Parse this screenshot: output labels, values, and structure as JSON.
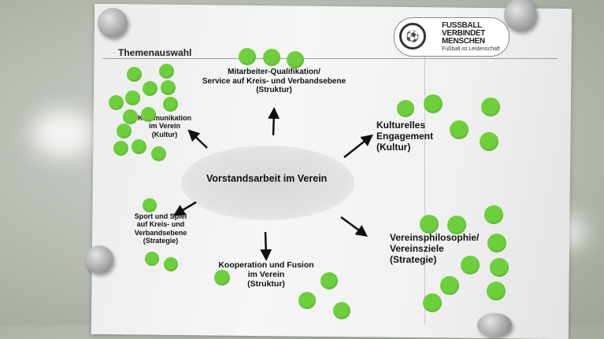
{
  "header": {
    "title": "Themenauswahl"
  },
  "logo": {
    "line1": "FUSSBALL",
    "line2": "VERBINDET",
    "line3": "MENSCHEN",
    "slogan": "Fußball ist Leidenschaft"
  },
  "center": {
    "label": "Vorstandsarbeit im Verein"
  },
  "topics": [
    {
      "id": "mitarbeiter",
      "label": "Mitarbeiter-Qualifikation/\nService auf Kreis- und Verbandsebene\n(Struktur)"
    },
    {
      "id": "kommunikation",
      "label": "Kommunikation\nim Verein\n(Kultur)"
    },
    {
      "id": "kulturelles",
      "label": "Kulturelles\nEngagement\n(Kultur)"
    },
    {
      "id": "sport",
      "label": "Sport und Spiel\nauf Kreis- und\nVerbandsebene\n(Strategie)"
    },
    {
      "id": "kooperation",
      "label": "Kooperation und Fusion\nim Verein\n(Struktur)"
    },
    {
      "id": "vereinsphilosophie",
      "label": "Vereinsphilosophie/\nVereinsziele\n(Strategie)"
    }
  ],
  "colors": {
    "sticker": "#6ecf3c",
    "pin": "#a9a9a9",
    "paper": "#f3f3f3",
    "text": "#111111"
  },
  "icons": {
    "logo": "football-federation-badge-icon",
    "arrow": "arrow-icon"
  }
}
